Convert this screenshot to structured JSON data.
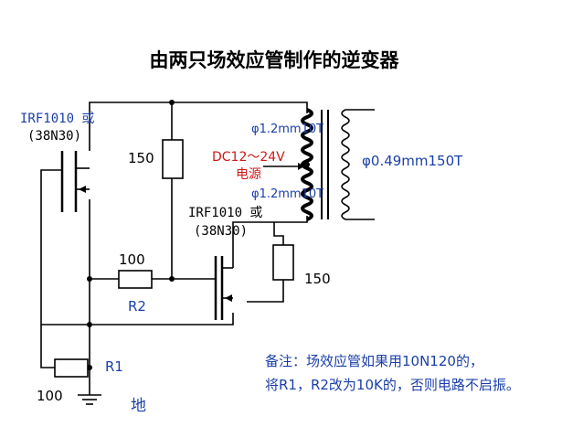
{
  "title": "由两只场效应管制作的逆变器",
  "q1": {
    "part": "IRF1010 或",
    "alt": "(38N30)"
  },
  "q2": {
    "part": "IRF1010 或",
    "alt": "(38N30)"
  },
  "resistors": {
    "top_value": "150",
    "mid_value": "100",
    "mid_name": "R2",
    "right_value": "150",
    "bottom_name": "R1",
    "bottom_value": "100"
  },
  "ground_label": "地",
  "supply": {
    "voltage": "DC12～24V",
    "label": "电源"
  },
  "primary": {
    "upper": "φ1.2mm10T",
    "lower": "φ1.2mm10T"
  },
  "secondary": {
    "label": "φ0.49mm150T"
  },
  "note": {
    "line1": "备注：场效应管如果用10N120的，",
    "line2": "将R1，R2改为10K的，否则电路不启振。"
  },
  "colors": {
    "wire": "#000000",
    "label_blue": "#1a3fa8",
    "label_red": "#d01818"
  }
}
